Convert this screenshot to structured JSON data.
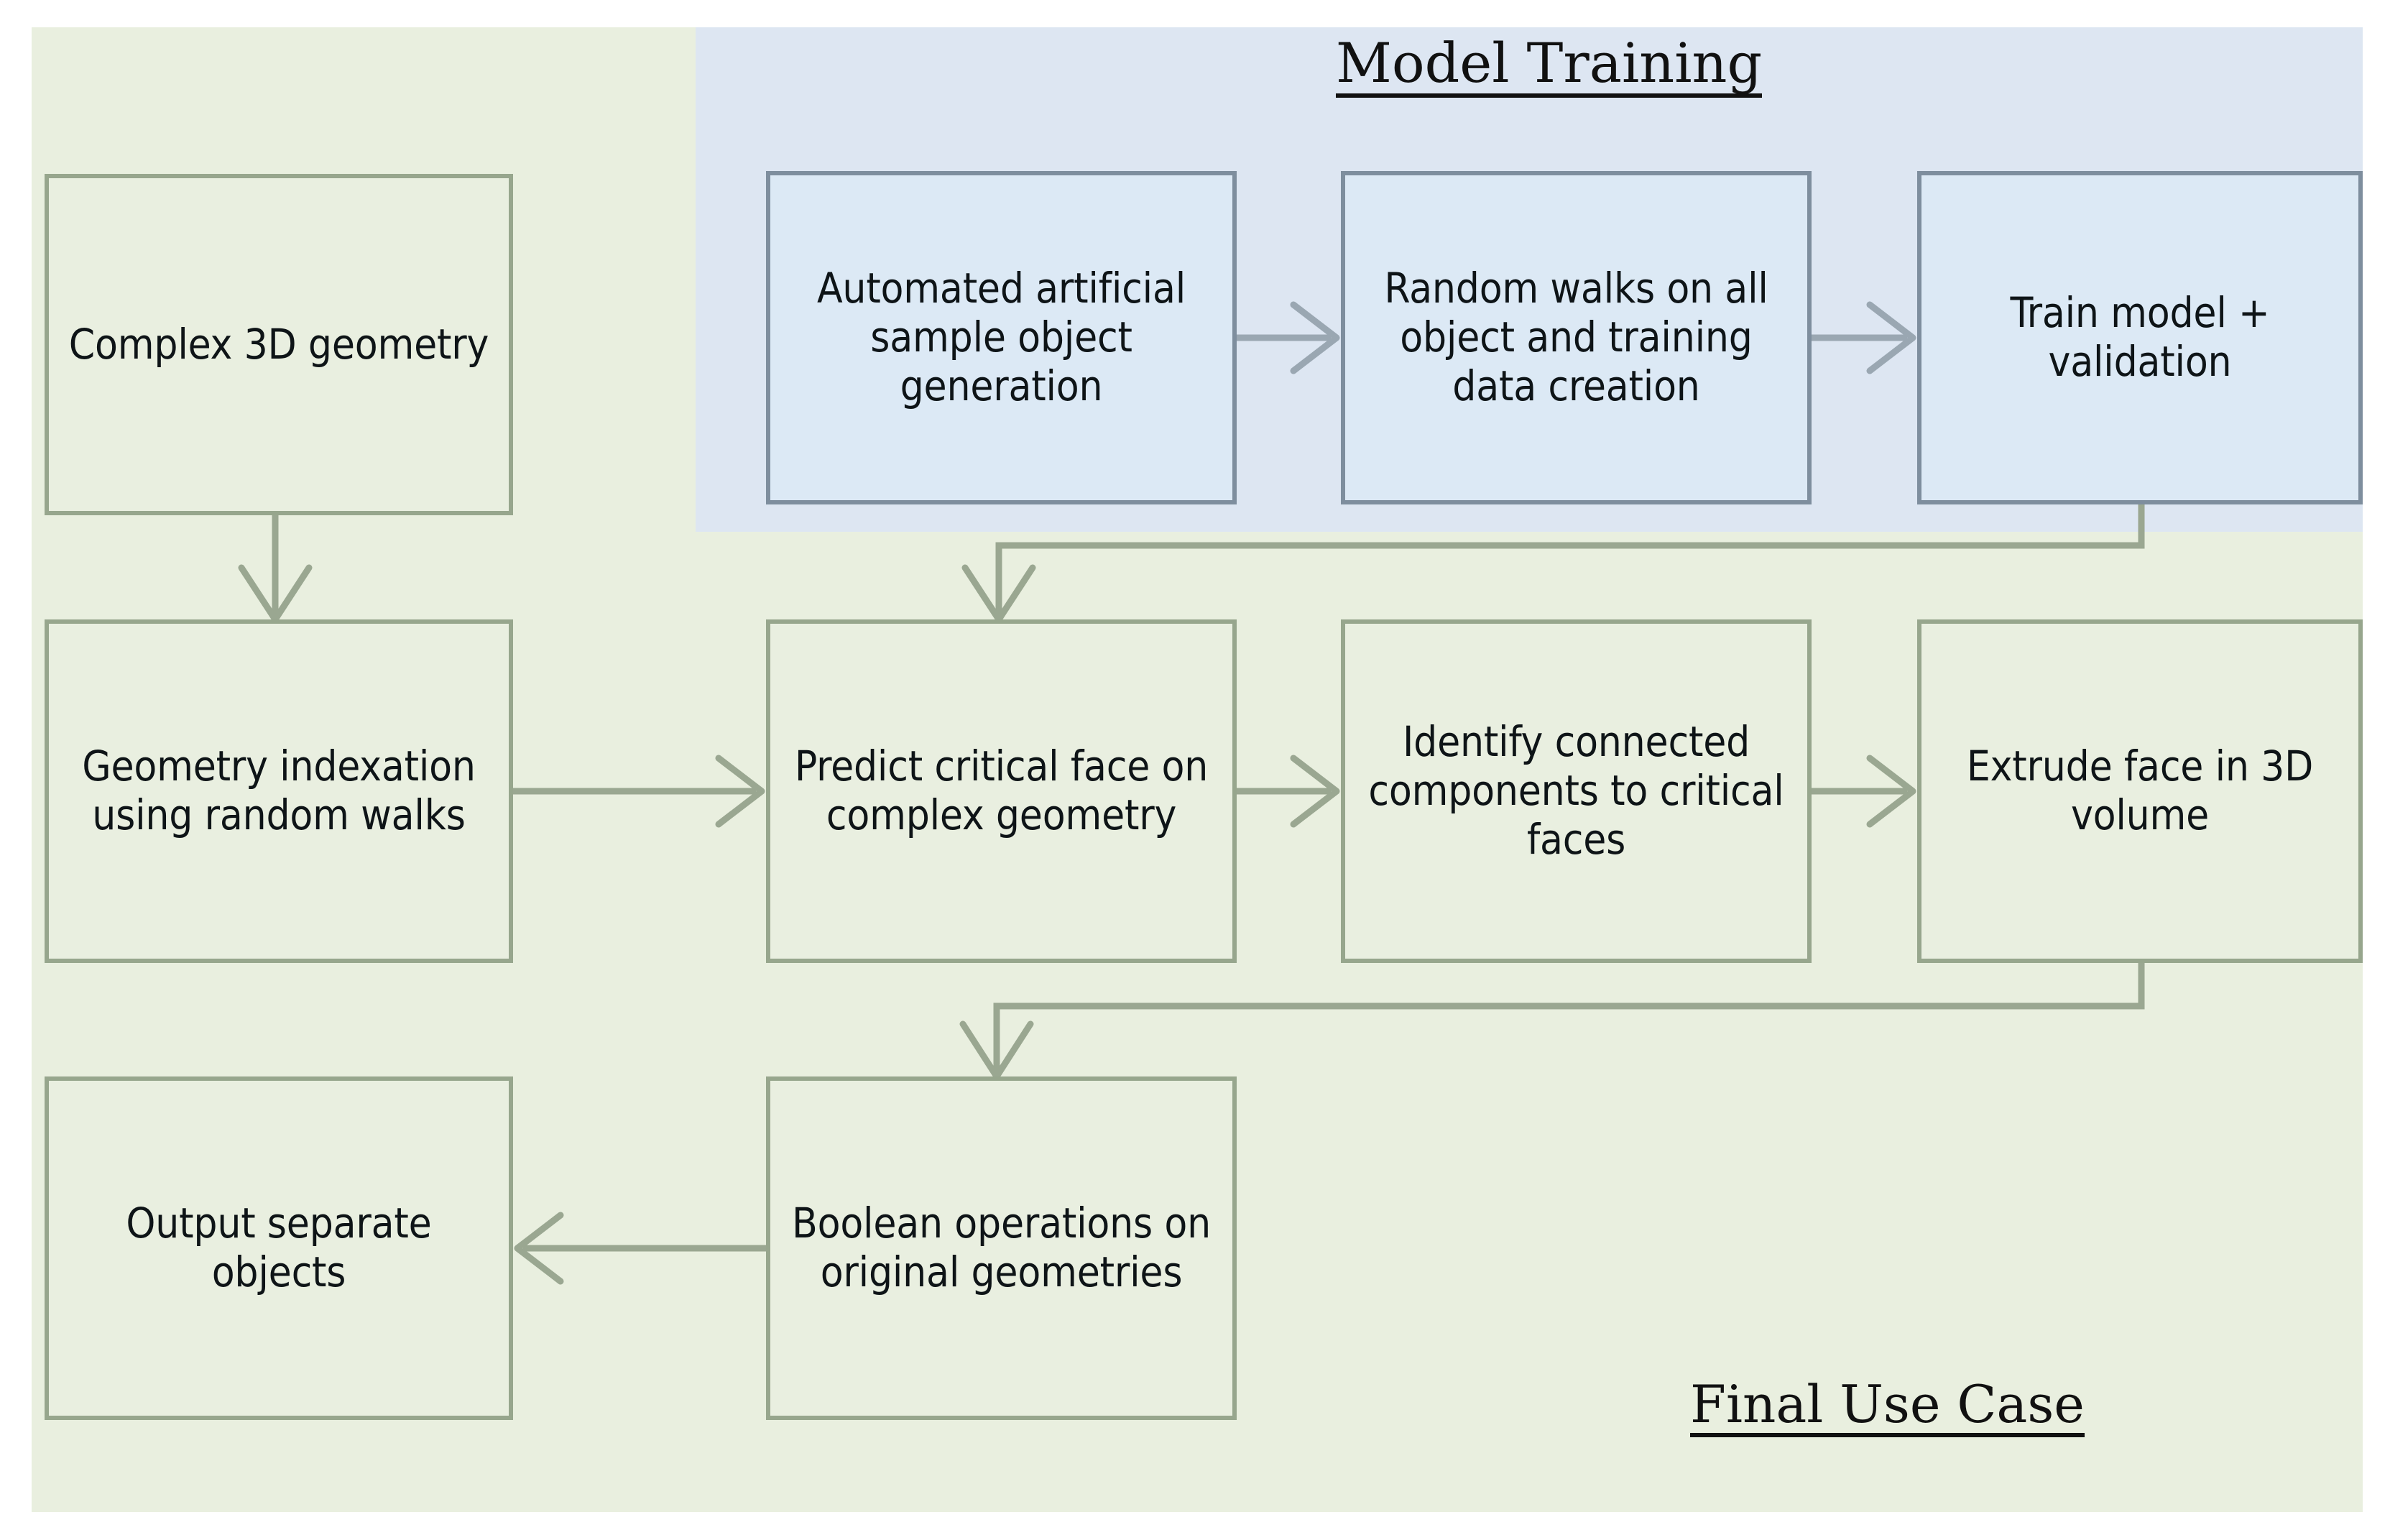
{
  "diagram": {
    "panels": {
      "training": {
        "label": "Model Training",
        "fill": "#dde6f2",
        "node_fill": "#dce9f5",
        "node_border": "#7e8e9e"
      },
      "use_case": {
        "label": "Final Use Case",
        "fill": "#e9efdf",
        "node_fill": "#e9efe0",
        "node_border": "#97a68d"
      }
    },
    "nodes": {
      "complex_geometry": "Complex 3D geometry",
      "automated_generation": "Automated artificial sample object generation",
      "random_walks": "Random walks on all object and training data creation",
      "train_model": "Train model + validation",
      "geometry_indexation": "Geometry indexation using random walks",
      "predict_face": "Predict critical face on complex geometry",
      "identify_components": "Identify connected components to critical faces",
      "extrude_face": "Extrude face in 3D volume",
      "boolean_operations": "Boolean operations on original geometries",
      "output_objects": "Output separate objects"
    },
    "edges": [
      {
        "from": "complex_geometry",
        "to": "geometry_indexation",
        "direction": "down"
      },
      {
        "from": "automated_generation",
        "to": "random_walks",
        "direction": "right"
      },
      {
        "from": "random_walks",
        "to": "train_model",
        "direction": "right"
      },
      {
        "from": "train_model",
        "to": "predict_face",
        "direction": "down-left-down"
      },
      {
        "from": "geometry_indexation",
        "to": "predict_face",
        "direction": "right"
      },
      {
        "from": "predict_face",
        "to": "identify_components",
        "direction": "right"
      },
      {
        "from": "identify_components",
        "to": "extrude_face",
        "direction": "right"
      },
      {
        "from": "extrude_face",
        "to": "boolean_operations",
        "direction": "down-left-down"
      },
      {
        "from": "boolean_operations",
        "to": "output_objects",
        "direction": "left"
      }
    ],
    "arrow_color_green": "#9aa791",
    "arrow_color_blue": "#9aa7b2"
  }
}
